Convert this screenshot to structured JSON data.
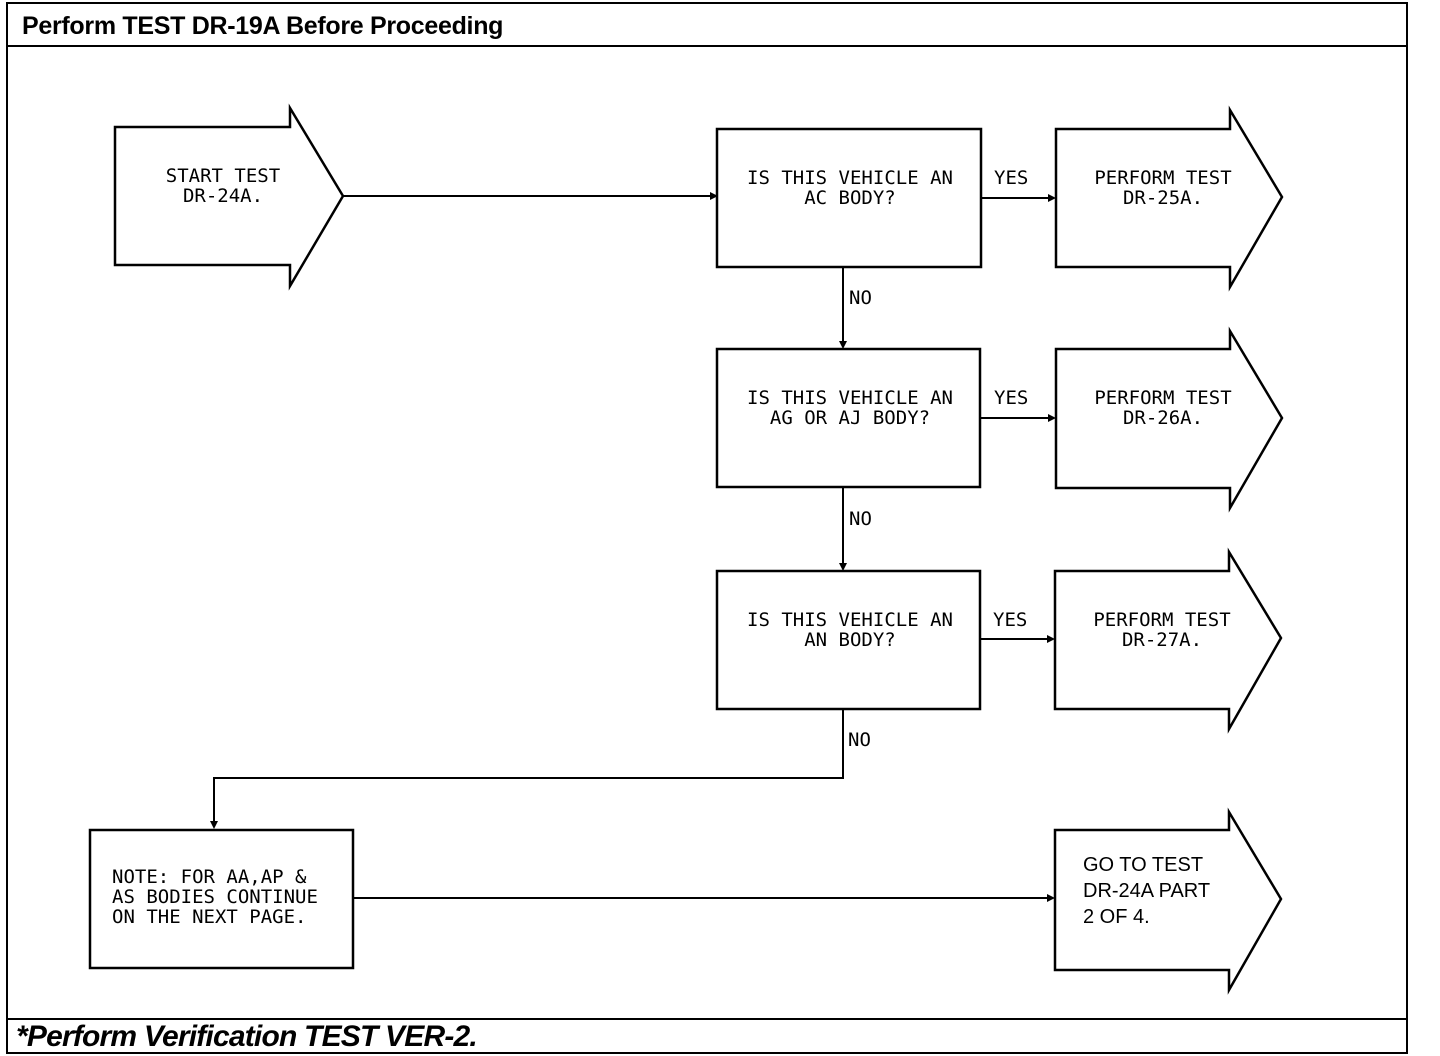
{
  "header": {
    "title": "Perform TEST DR-19A Before Proceeding"
  },
  "footer": {
    "text": "*Perform Verification TEST VER-2."
  },
  "diagram": {
    "start": {
      "lines": [
        "START TEST",
        "DR-24A."
      ]
    },
    "decisions": [
      {
        "lines": [
          "IS THIS VEHICLE AN",
          "AC BODY?"
        ],
        "yes_label": "YES",
        "no_label": "NO",
        "result": [
          "PERFORM TEST",
          "DR-25A."
        ]
      },
      {
        "lines": [
          "IS THIS VEHICLE AN",
          "AG OR AJ BODY?"
        ],
        "yes_label": "YES",
        "no_label": "NO",
        "result": [
          "PERFORM TEST",
          "DR-26A."
        ]
      },
      {
        "lines": [
          "IS THIS VEHICLE AN",
          "AN BODY?"
        ],
        "yes_label": "YES",
        "no_label": "NO",
        "result": [
          "PERFORM TEST",
          "DR-27A."
        ]
      }
    ],
    "note": {
      "lines": [
        "NOTE: FOR AA,AP &",
        "AS BODIES CONTINUE",
        "ON THE NEXT PAGE."
      ]
    },
    "goto": {
      "lines": [
        "GO TO TEST",
        "DR-24A PART",
        "2 OF 4."
      ]
    }
  }
}
